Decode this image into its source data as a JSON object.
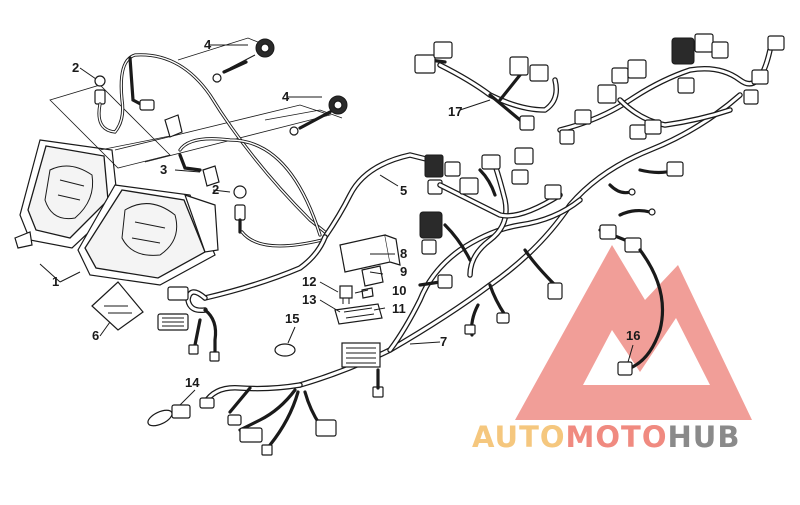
{
  "callouts": {
    "c1": "1",
    "c2a": "2",
    "c2b": "2",
    "c3": "3",
    "c4a": "4",
    "c4b": "4",
    "c5": "5",
    "c6": "6",
    "c7": "7",
    "c8": "8",
    "c9": "9",
    "c10": "10",
    "c11": "11",
    "c12": "12",
    "c13": "13",
    "c14": "14",
    "c15": "15",
    "c16": "16",
    "c17": "17"
  },
  "watermark": {
    "part1": "AUTO",
    "part2": "MOTO",
    "part3": "HUB",
    "colors": {
      "auto": "#f5c77e",
      "moto": "#f08a80",
      "hub": "#8a8a8a",
      "triangle": "#ee8d86"
    }
  }
}
